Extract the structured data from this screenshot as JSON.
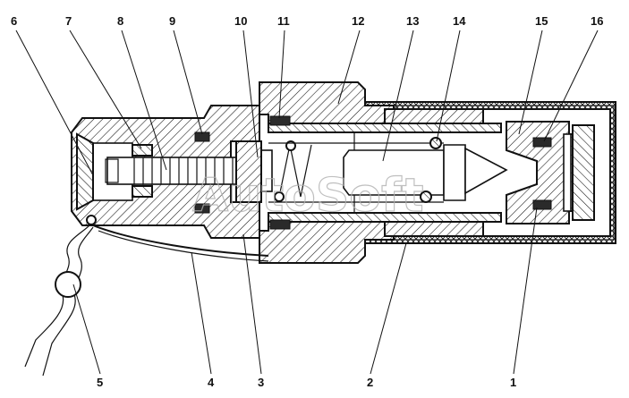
{
  "diagram": {
    "watermark": "AutoSoft",
    "colors": {
      "line": "#111111",
      "hatch": "#111111",
      "seal": "#2a2a2a",
      "background": "#ffffff"
    },
    "callouts": [
      {
        "id": "c6",
        "label": "6"
      },
      {
        "id": "c7",
        "label": "7"
      },
      {
        "id": "c8",
        "label": "8"
      },
      {
        "id": "c9",
        "label": "9"
      },
      {
        "id": "c10",
        "label": "10"
      },
      {
        "id": "c11",
        "label": "11"
      },
      {
        "id": "c12",
        "label": "12"
      },
      {
        "id": "c13",
        "label": "13"
      },
      {
        "id": "c14",
        "label": "14"
      },
      {
        "id": "c15",
        "label": "15"
      },
      {
        "id": "c16",
        "label": "16"
      },
      {
        "id": "c5",
        "label": "5"
      },
      {
        "id": "c4",
        "label": "4"
      },
      {
        "id": "c3",
        "label": "3"
      },
      {
        "id": "c2",
        "label": "2"
      },
      {
        "id": "c1",
        "label": "1"
      }
    ]
  }
}
